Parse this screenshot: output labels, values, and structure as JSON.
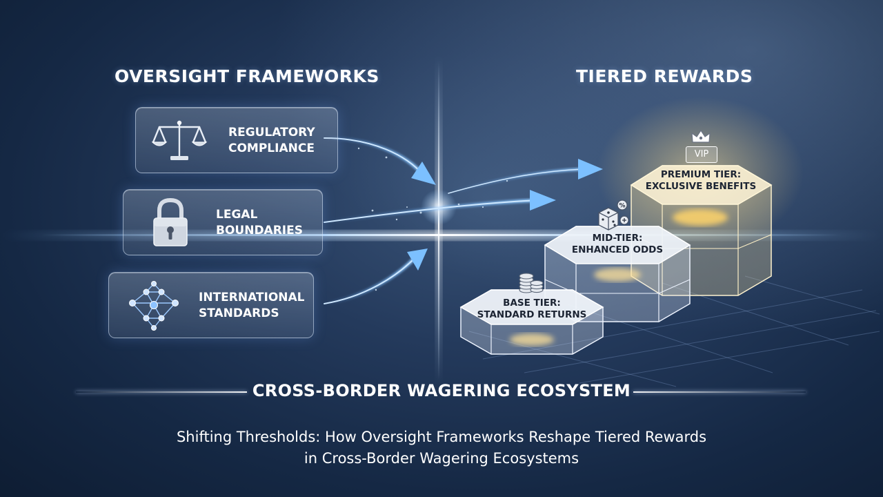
{
  "headings": {
    "left": "OVERSIGHT FRAMEWORKS",
    "right": "TIERED REWARDS"
  },
  "frameworks": [
    {
      "line1": "REGULATORY",
      "line2": "COMPLIANCE",
      "icon": "scales-icon"
    },
    {
      "line1": "LEGAL",
      "line2": "BOUNDARIES",
      "icon": "padlock-icon"
    },
    {
      "line1": "INTERNATIONAL",
      "line2": "STANDARDS",
      "icon": "network-icon"
    }
  ],
  "tiers": [
    {
      "line1": "BASE TIER:",
      "line2": "STANDARD RETURNS",
      "icon": "coins-icon"
    },
    {
      "line1": "MID-TIER:",
      "line2": "ENHANCED ODDS",
      "icon": "dice-icon"
    },
    {
      "line1": "PREMIUM TIER:",
      "line2": "EXCLUSIVE BENEFITS",
      "icon": "crown-icon",
      "badge": "VIP"
    }
  ],
  "banner": "CROSS-BORDER WAGERING ECOSYSTEM",
  "subtitle": {
    "line1": "Shifting Thresholds: How Oversight Frameworks Reshape Tiered Rewards",
    "line2": "in Cross-Border Wagering Ecosystems"
  },
  "colors": {
    "accent_blue": "#6fb4ff",
    "glow_gold": "#ffd77a",
    "background": "#1b3050"
  }
}
